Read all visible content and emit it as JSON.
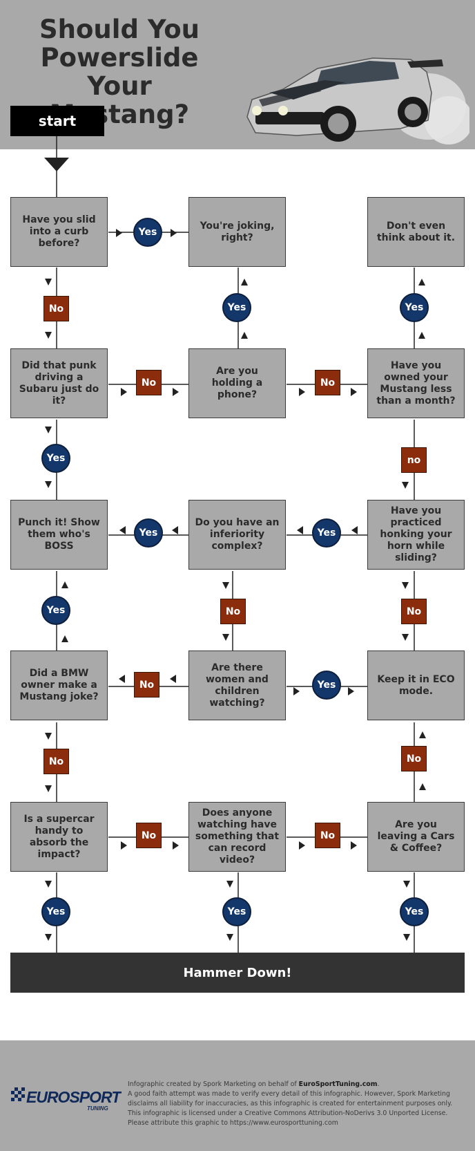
{
  "title": "Should You\nPowerslide Your\nMustang?",
  "start_label": "start",
  "boxes": {
    "b11": "Have you slid into a curb before?",
    "b12": "You're joking, right?",
    "b13": "Don't even think about it.",
    "b21": "Did that punk driving a Subaru just do it?",
    "b22": "Are you holding a phone?",
    "b23": "Have you owned your Mustang less than a month?",
    "b31": "Punch it! Show them who's BOSS",
    "b32": "Do you have an inferiority complex?",
    "b33": "Have you practiced honking your horn while sliding?",
    "b41": "Did a BMW owner make a Mustang joke?",
    "b42": "Are there women and children watching?",
    "b43": "Keep it in ECO mode.",
    "b51": "Is a supercar handy to absorb the impact?",
    "b52": "Does anyone watching have something that can record video?",
    "b53": "Are you leaving a Cars & Coffee?"
  },
  "yes_label": "Yes",
  "no_label": "No",
  "no_lower_label": "no",
  "hammer_label": "Hammer Down!",
  "footer": {
    "logo_main": "EUROSPORT",
    "logo_sub": "TUNING",
    "credit_prefix": "Infographic created by Spork Marketing on behalf of ",
    "credit_site": "EuroSportTuning.com",
    "credit_suffix": ".",
    "disclaimer": "A good faith attempt was made to verify every detail of this infographic. However, Spork Marketing disclaims all liability for inaccuracies, as this infographic is created for entertainment purposes only. This infographic is licensed under a Creative Commons Attribution-NoDerivs 3.0 Unported License. Please attribute this graphic to https://www.eurosporttuning.com"
  },
  "colors": {
    "box_gray": "#a9a9a9",
    "yes_blue": "#13376b",
    "no_rust": "#8b2c0c",
    "dark": "#333333"
  }
}
